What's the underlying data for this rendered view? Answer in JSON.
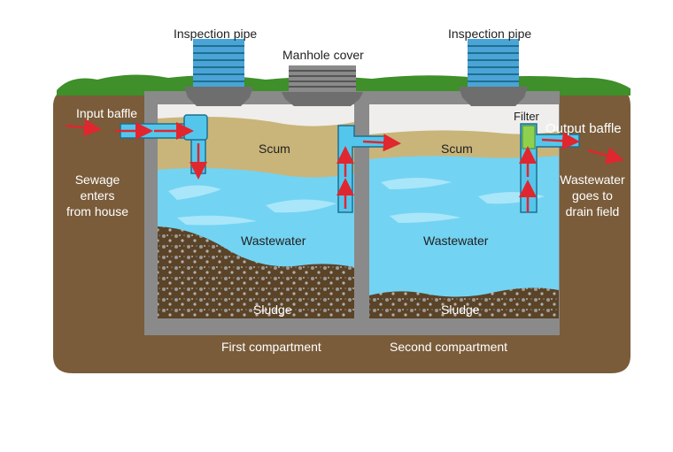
{
  "labels": {
    "inspection_pipe_left": "Inspection pipe",
    "inspection_pipe_right": "Inspection pipe",
    "manhole_cover": "Manhole cover",
    "input_baffle": "Input baffle",
    "output_baffle": "Output baffle",
    "filter": "Filter",
    "scum_first": "Scum",
    "scum_second": "Scum",
    "wastewater_first": "Wastewater",
    "wastewater_second": "Wastewater",
    "sludge_first": "Sludge",
    "sludge_second": "Sludge",
    "sewage_line1": "Sewage",
    "sewage_line2": "enters",
    "sewage_line3": "from house",
    "outflow_line1": "Wastewater",
    "outflow_line2": "goes to",
    "outflow_line3": "drain field",
    "first_compartment": "First compartment",
    "second_compartment": "Second compartment"
  },
  "colors": {
    "soil": "#7a5c3a",
    "grass": "#3f8f2a",
    "tank_wall": "#8a8a8a",
    "air": "#efeeec",
    "scum": "#c9b57a",
    "water": "#73d3f2",
    "water_light": "#a9e6fa",
    "sludge": "#5b4327",
    "pipe": "#54c6ec",
    "pipe_stroke": "#1f6f90",
    "arrow": "#e0262f",
    "riser": "#4aa4d6",
    "cap": "#6e6e6e"
  }
}
